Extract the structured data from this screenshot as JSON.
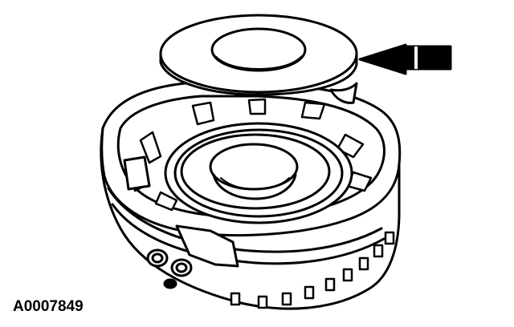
{
  "figure": {
    "id_label": "A0007849"
  },
  "parts": {
    "thrust_washer": "thrust-washer",
    "carrier_assembly": "planetary-carrier-assembly",
    "pointer": "arrow-pointer"
  },
  "colors": {
    "line": "#000000",
    "fill": "#ffffff"
  }
}
